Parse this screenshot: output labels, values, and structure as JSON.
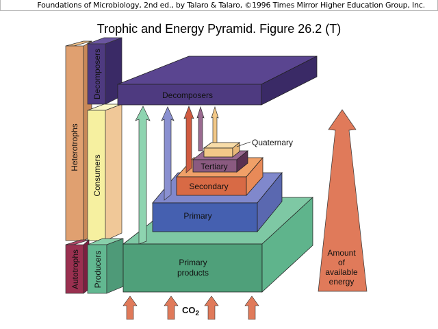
{
  "header": {
    "citation": "Foundations of Microbiology, 2nd ed., by Talaro & Talaro, ©1996 Times Mirror Higher Education Group, Inc."
  },
  "title": "Trophic and Energy Pyramid.  Figure 26.2 (T)",
  "side_columns": {
    "heterotrophs": "Heterotrophs",
    "decomposers": "Decomposers",
    "consumers": "Consumers",
    "autotrophs": "Autotrophs",
    "producers": "Producers"
  },
  "pyramid": {
    "decomposers_slab": "Decomposers",
    "quaternary": "Quaternary",
    "tertiary": "Tertiary",
    "secondary": "Secondary",
    "primary": "Primary",
    "primary_products_line1": "Primary",
    "primary_products_line2": "products"
  },
  "energy_arrow": {
    "line1": "Amount",
    "line2": "of",
    "line3": "available",
    "line4": "energy"
  },
  "inputs": {
    "co2_main": "CO",
    "co2_sub": "2"
  },
  "colors": {
    "heterotrophs": "#e0a070",
    "decomposers": "#4e3a80",
    "consumers": "#f6f0a0",
    "autotrophs": "#9a3050",
    "producers": "#62b891",
    "primary_products": "#4fa07a",
    "primary": "#4560b0",
    "secondary": "#d86a45",
    "tertiary": "#8a5a80",
    "quaternary": "#f2c888",
    "energy_arrow": "#e07a5a"
  }
}
